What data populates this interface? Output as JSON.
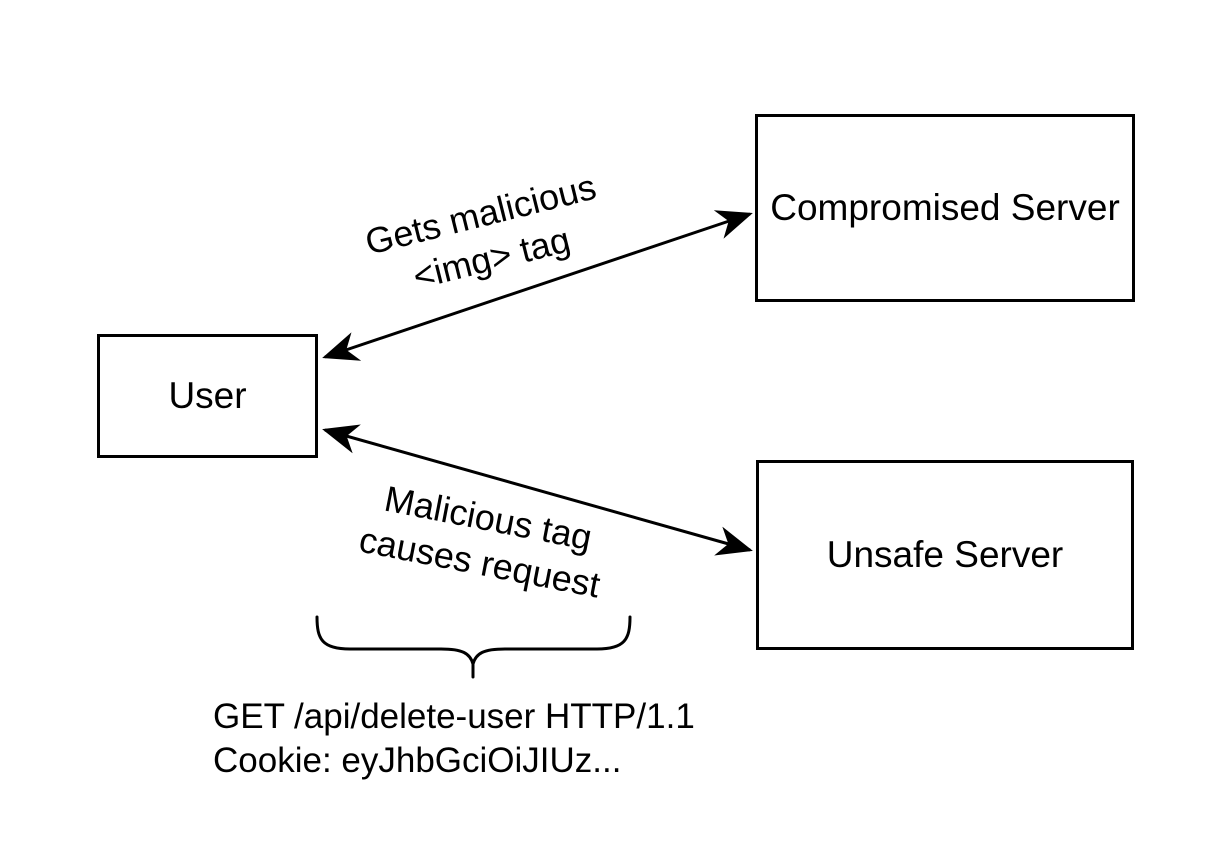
{
  "diagram": {
    "background_color": "#ffffff",
    "stroke_color": "#000000",
    "nodes": [
      {
        "id": "user",
        "label": "User"
      },
      {
        "id": "compromised-server",
        "label": "Compromised Server"
      },
      {
        "id": "unsafe-server",
        "label": "Unsafe Server"
      }
    ],
    "edges": [
      {
        "id": "user-compromised",
        "from": "user",
        "to": "compromised-server",
        "direction": "bidirectional",
        "label_lines": [
          "Gets malicious",
          "<img> tag"
        ]
      },
      {
        "id": "user-unsafe",
        "from": "user",
        "to": "unsafe-server",
        "direction": "bidirectional",
        "label_lines": [
          "Malicious tag",
          "causes request"
        ]
      }
    ],
    "brace_annotation": {
      "lines": [
        "GET /api/delete-user HTTP/1.1",
        "Cookie: eyJhbGciOiJIUz..."
      ]
    }
  }
}
